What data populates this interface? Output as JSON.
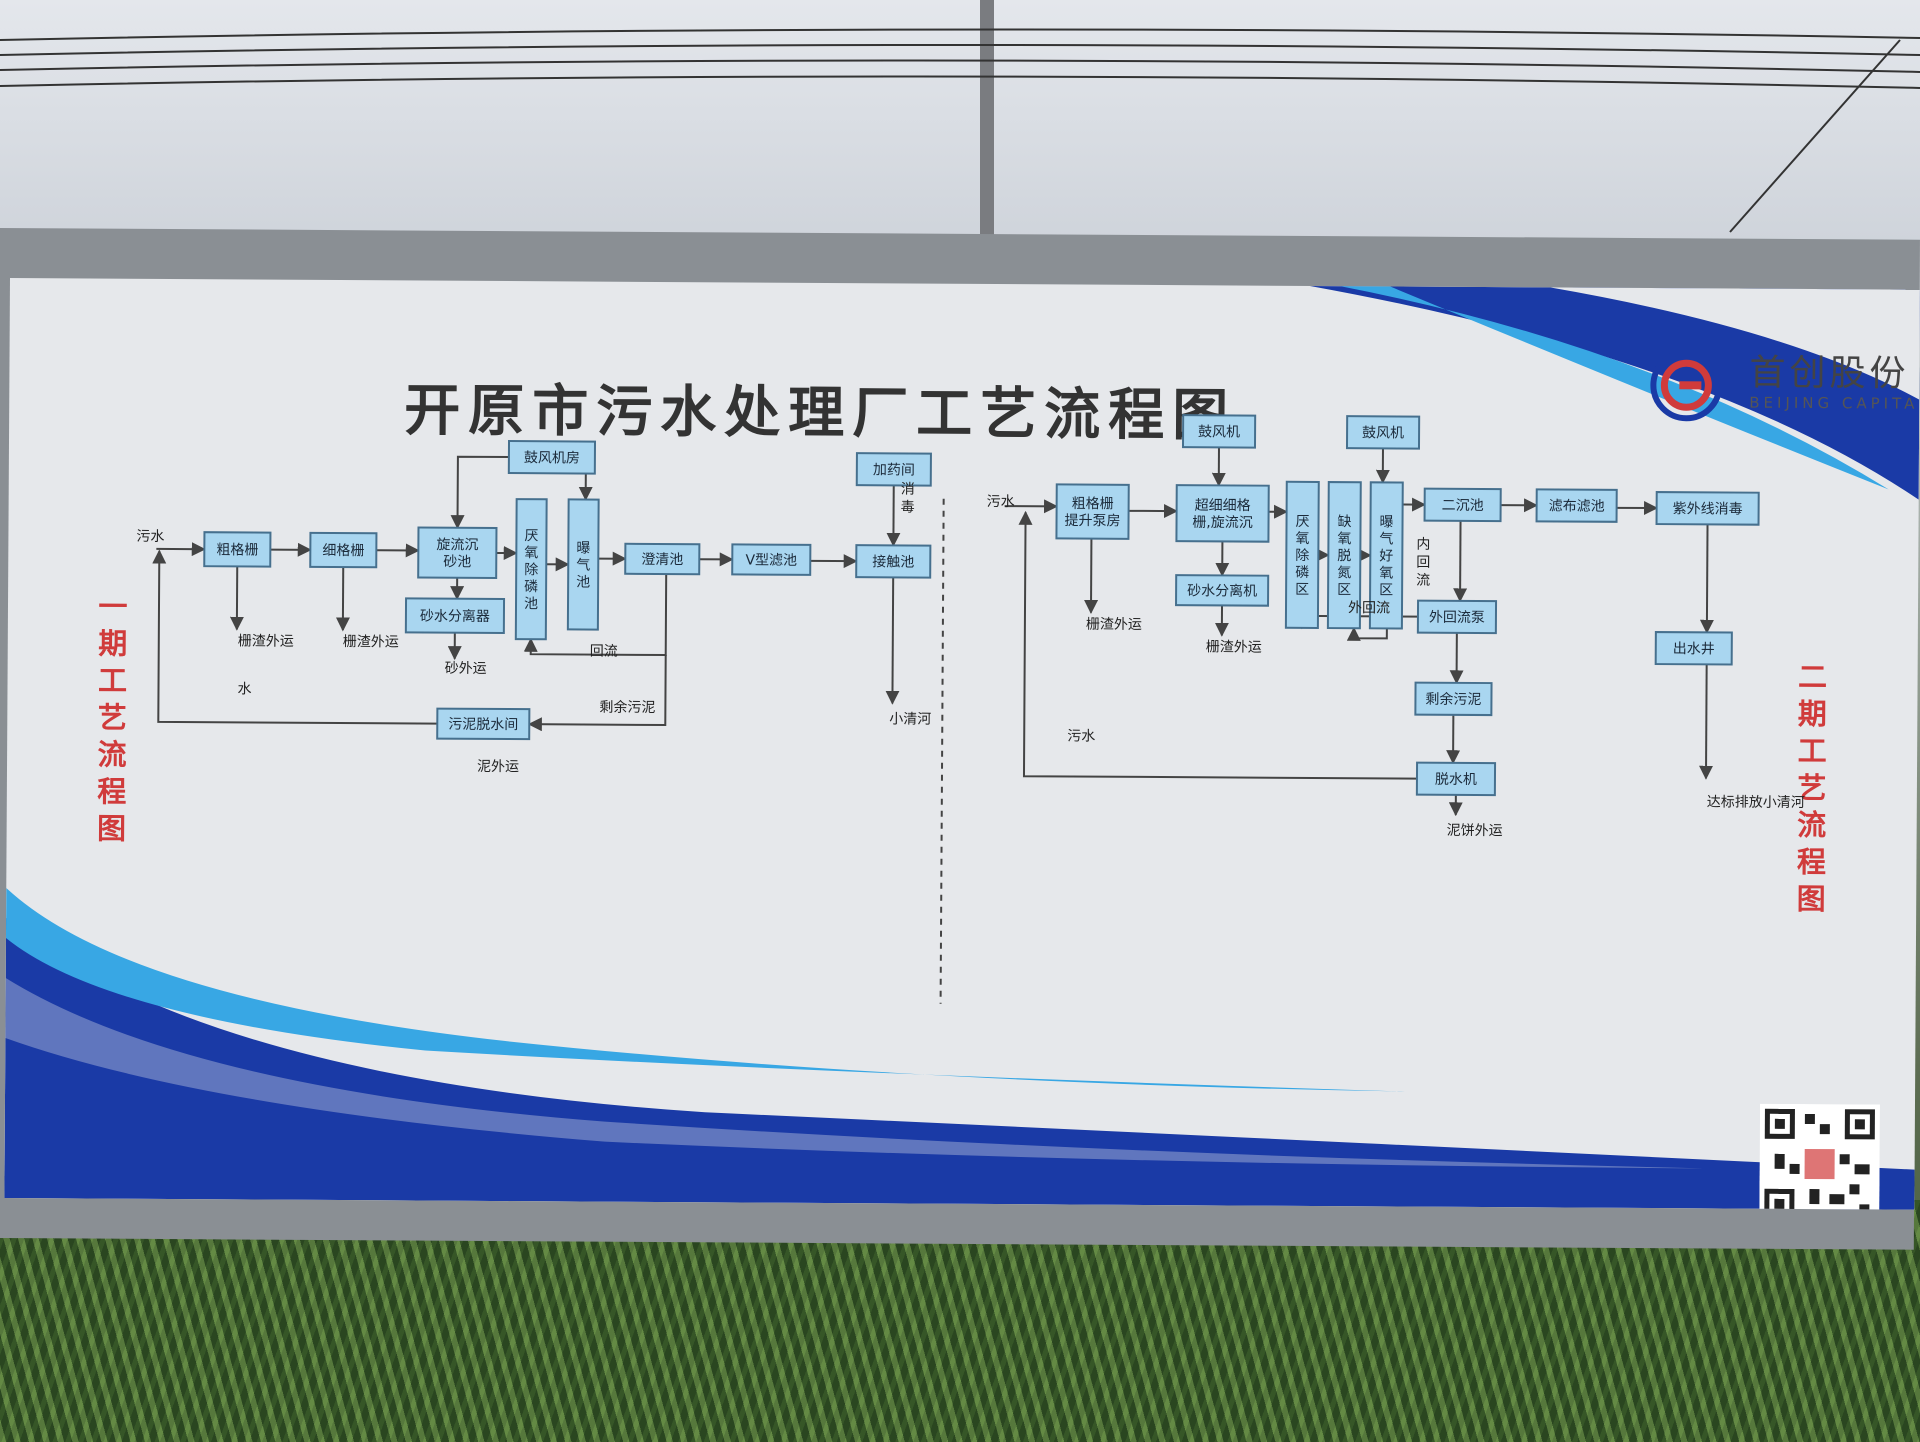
{
  "title": "开原市污水处理厂工艺流程图",
  "brand": {
    "name_cn": "首创股份",
    "name_en": "BEIJING CAPITA"
  },
  "side_labels": {
    "phase1": "一期工艺流程图",
    "phase2": "二期工艺流程图"
  },
  "colors": {
    "box_fill": "#a9d6f0",
    "box_border": "#46708e",
    "wave_dark": "#1a3aa6",
    "wave_light": "#38a7e4",
    "side_label": "#d03b3b",
    "line": "#444444"
  },
  "phase1": {
    "nodes": [
      {
        "id": "cgz1",
        "label": "粗格栅"
      },
      {
        "id": "xgz",
        "label": "细格栅"
      },
      {
        "id": "xlc",
        "label": "旋流沉\n砂池"
      },
      {
        "id": "gfjf",
        "label": "鼓风机房"
      },
      {
        "id": "sfl1",
        "label": "砂水分离器"
      },
      {
        "id": "yycl",
        "label": "厌\n氧\n除\n磷\n池"
      },
      {
        "id": "pqc",
        "label": "曝\n气\n池"
      },
      {
        "id": "cqc",
        "label": "澄清池"
      },
      {
        "id": "vlc",
        "label": "V型滤池"
      },
      {
        "id": "jyj",
        "label": "加药间"
      },
      {
        "id": "jcc",
        "label": "接触池"
      },
      {
        "id": "wnts",
        "label": "污泥脱水间"
      }
    ],
    "texts": [
      {
        "id": "in",
        "text": "污水"
      },
      {
        "id": "zzwy1",
        "text": "栅渣外运"
      },
      {
        "id": "zzwy2",
        "text": "栅渣外运"
      },
      {
        "id": "swy",
        "text": "砂外运"
      },
      {
        "id": "hl",
        "text": "回流"
      },
      {
        "id": "sywn",
        "text": "剩余污泥"
      },
      {
        "id": "water",
        "text": "水"
      },
      {
        "id": "nwy",
        "text": "泥外运"
      },
      {
        "id": "xd",
        "text": "消\n毒"
      },
      {
        "id": "xqh",
        "text": "小清河"
      }
    ]
  },
  "phase2": {
    "nodes": [
      {
        "id": "cgz2",
        "label": "粗格栅\n提升泵房"
      },
      {
        "id": "gfj1",
        "label": "鼓风机"
      },
      {
        "id": "cxxg",
        "label": "超细细格\n栅,旋流沉"
      },
      {
        "id": "sfj",
        "label": "砂水分离机"
      },
      {
        "id": "yyq",
        "label": "厌\n氧\n除\n磷\n区"
      },
      {
        "id": "qyq",
        "label": "缺\n氧\n脱\n氮\n区"
      },
      {
        "id": "hyq",
        "label": "曝\n气\n好\n氧\n区"
      },
      {
        "id": "gfj2",
        "label": "鼓风机"
      },
      {
        "id": "ecc",
        "label": "二沉池"
      },
      {
        "id": "lblc",
        "label": "滤布滤池"
      },
      {
        "id": "zwx",
        "label": "紫外线消毒"
      },
      {
        "id": "whlb",
        "label": "外回流泵"
      },
      {
        "id": "sywn2",
        "label": "剩余污泥"
      },
      {
        "id": "tsj",
        "label": "脱水机"
      },
      {
        "id": "csj",
        "label": "出水井"
      }
    ],
    "texts": [
      {
        "id": "in2",
        "text": "污水"
      },
      {
        "id": "zzwy3",
        "text": "栅渣外运"
      },
      {
        "id": "zzwy4",
        "text": "栅渣外运"
      },
      {
        "id": "nhl",
        "text": "内\n回\n流"
      },
      {
        "id": "whl",
        "text": "外回流"
      },
      {
        "id": "ws2",
        "text": "污水"
      },
      {
        "id": "nbwy",
        "text": "泥饼外运"
      },
      {
        "id": "dbpf",
        "text": "达标排放小清河"
      }
    ]
  }
}
